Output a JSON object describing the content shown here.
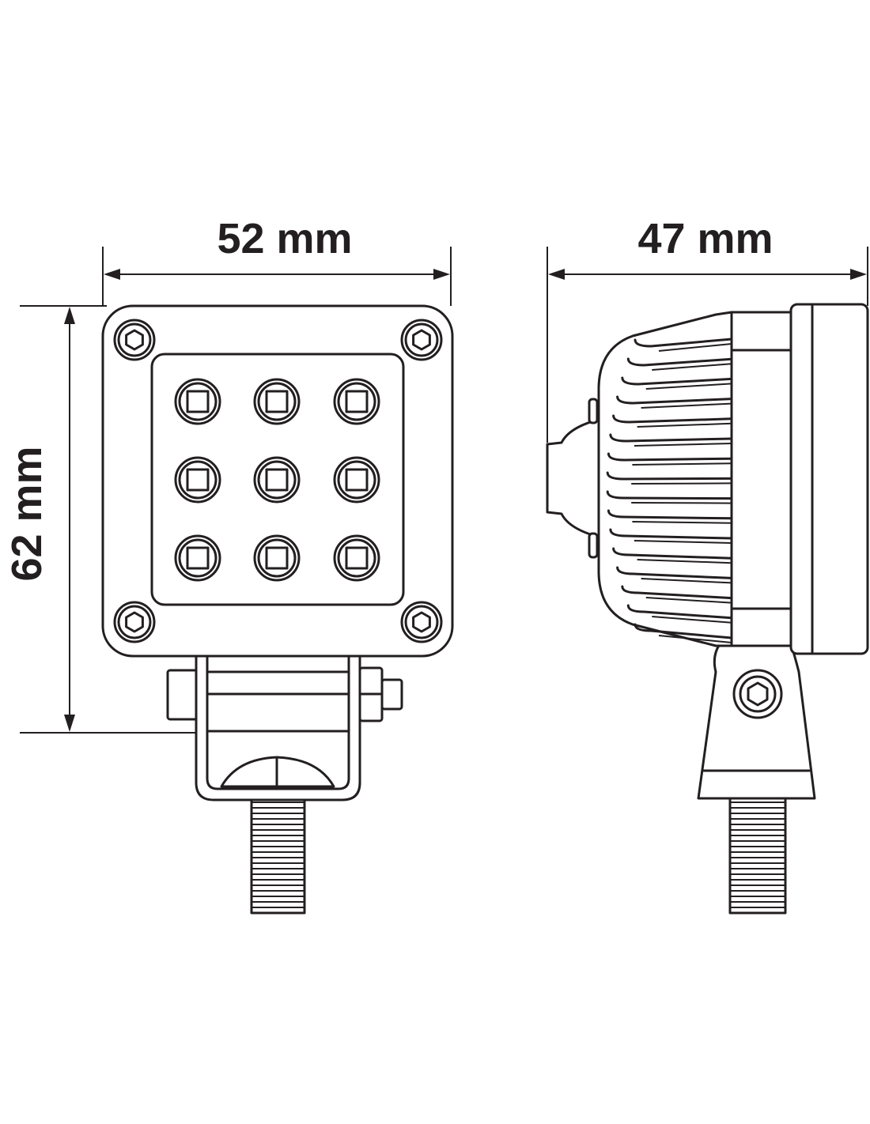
{
  "dimensions": {
    "front_width": "52 mm",
    "side_depth": "47 mm",
    "front_height": "62 mm"
  },
  "led_grid": {
    "rows": 3,
    "cols": 3
  },
  "colors": {
    "line": "#231f20",
    "background": "#ffffff"
  }
}
